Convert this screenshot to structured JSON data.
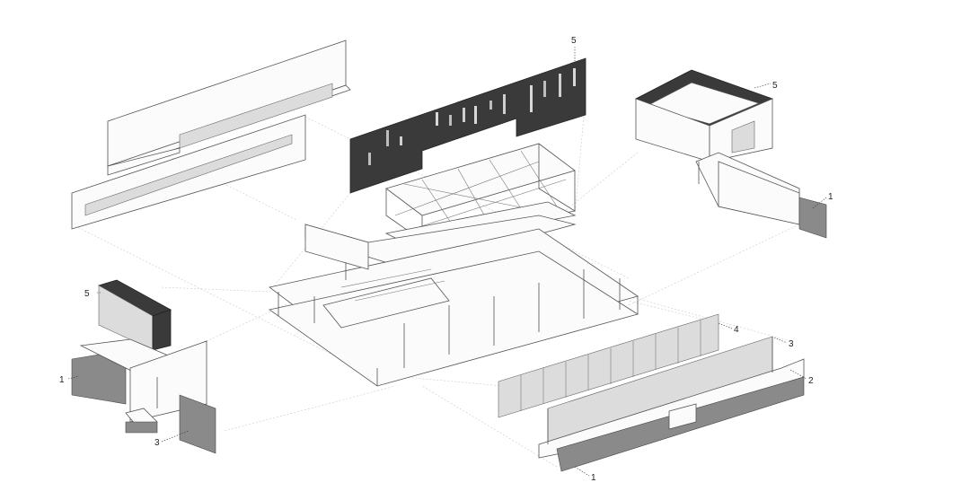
{
  "callouts": [
    {
      "id": "c-top-wall",
      "label": "5"
    },
    {
      "id": "c-right-roof",
      "label": "5"
    },
    {
      "id": "c-right-base",
      "label": "1"
    },
    {
      "id": "c-left-roof",
      "label": "5"
    },
    {
      "id": "c-left-base",
      "label": "1"
    },
    {
      "id": "c-left-wall",
      "label": "3"
    },
    {
      "id": "c-glass-screen",
      "label": "4"
    },
    {
      "id": "c-front-wall-3",
      "label": "3"
    },
    {
      "id": "c-front-wall-2",
      "label": "2"
    },
    {
      "id": "c-front-base",
      "label": "1"
    }
  ],
  "colors": {
    "line": "#555555",
    "dark_panel": "#3a3a3a",
    "glass": "#dcdcdc",
    "stone": "#8a8a8a",
    "guide": "#c9c9c9"
  }
}
